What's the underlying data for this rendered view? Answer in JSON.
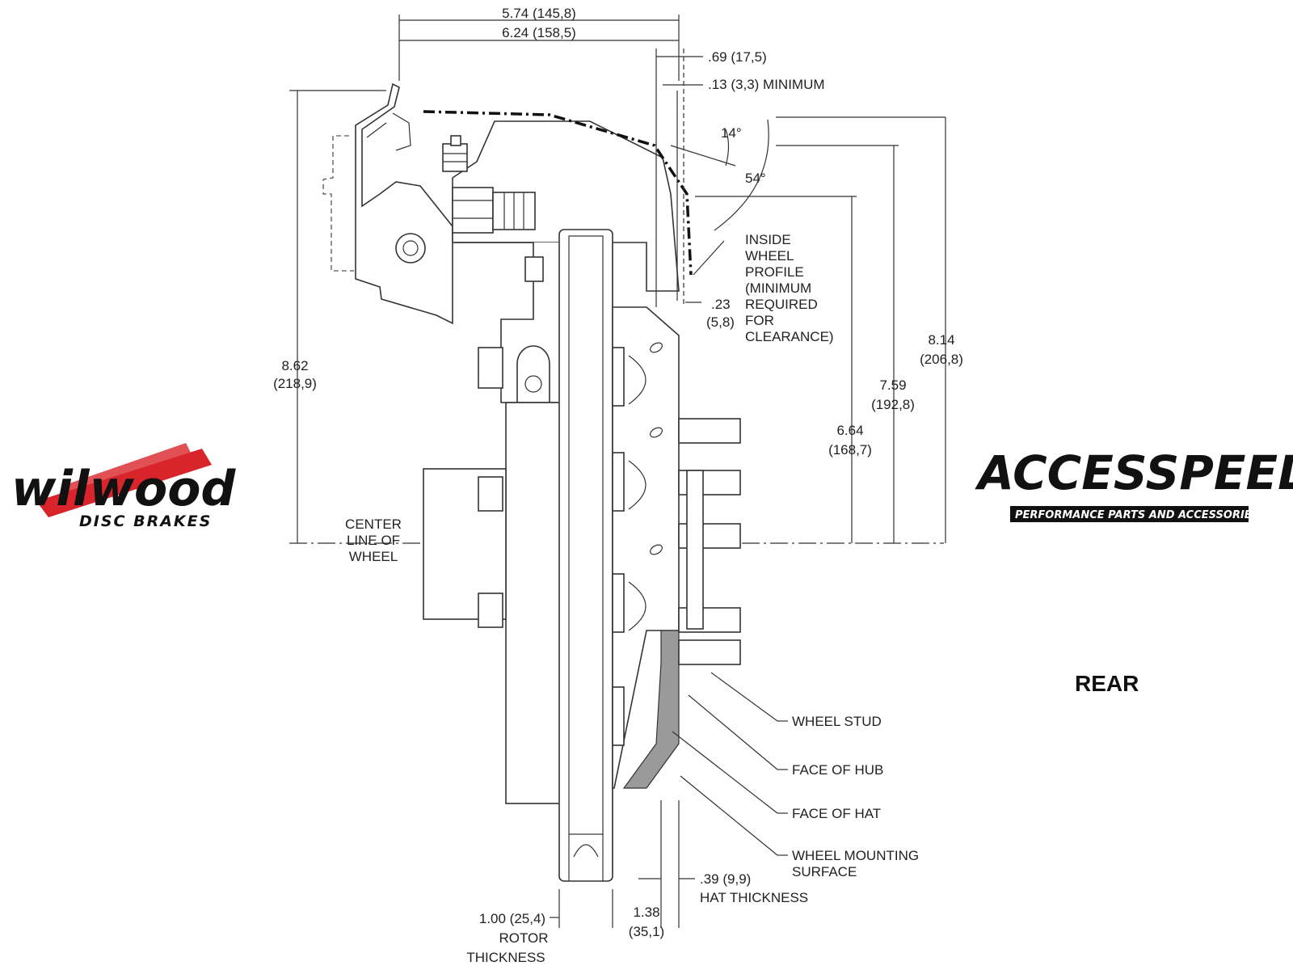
{
  "dimensions": {
    "offset_a": "5.74 (145,8)",
    "offset_b": "6.24 (158,5)",
    "clear_a": ".69 (17,5)",
    "clear_min": ".13 (3,3) MINIMUM",
    "angle_14": "14°",
    "angle_54": "54°",
    "h862_in": "8.62",
    "h862_mm": "(218,9)",
    "h814_in": "8.14",
    "h814_mm": "(206,8)",
    "h759_in": "7.59",
    "h759_mm": "(192,8)",
    "h664_in": "6.64",
    "h664_mm": "(168,7)",
    "gap_in": ".23",
    "gap_mm": "(5,8)",
    "rotor_val": "1.00 (25,4)",
    "rotor_l1": "ROTOR",
    "rotor_l2": "THICKNESS",
    "w138_in": "1.38",
    "w138_mm": "(35,1)",
    "hat_val": ".39 (9,9)",
    "hat_lbl": "HAT THICKNESS"
  },
  "labels": {
    "inside_wheel": [
      "INSIDE",
      "WHEEL",
      "PROFILE",
      "(MINIMUM",
      "REQUIRED",
      "FOR",
      "CLEARANCE)"
    ],
    "center_line": [
      "CENTER",
      "LINE OF",
      "WHEEL"
    ],
    "wheel_stud": "WHEEL STUD",
    "face_hub": "FACE OF HUB",
    "face_hat": "FACE OF HAT",
    "wheel_mount_1": "WHEEL MOUNTING",
    "wheel_mount_2": "SURFACE",
    "view": "REAR"
  },
  "logos": {
    "wilwood_name": "wilwood",
    "wilwood_sub": "DISC BRAKES",
    "accespeed_name": "ACCESSPEED",
    "accespeed_sub": "PERFORMANCE PARTS AND ACCESSORIES"
  },
  "colors": {
    "wilwood_red": "#d8242a",
    "ink": "#222222",
    "hat_gray": "#9a9a9a"
  }
}
